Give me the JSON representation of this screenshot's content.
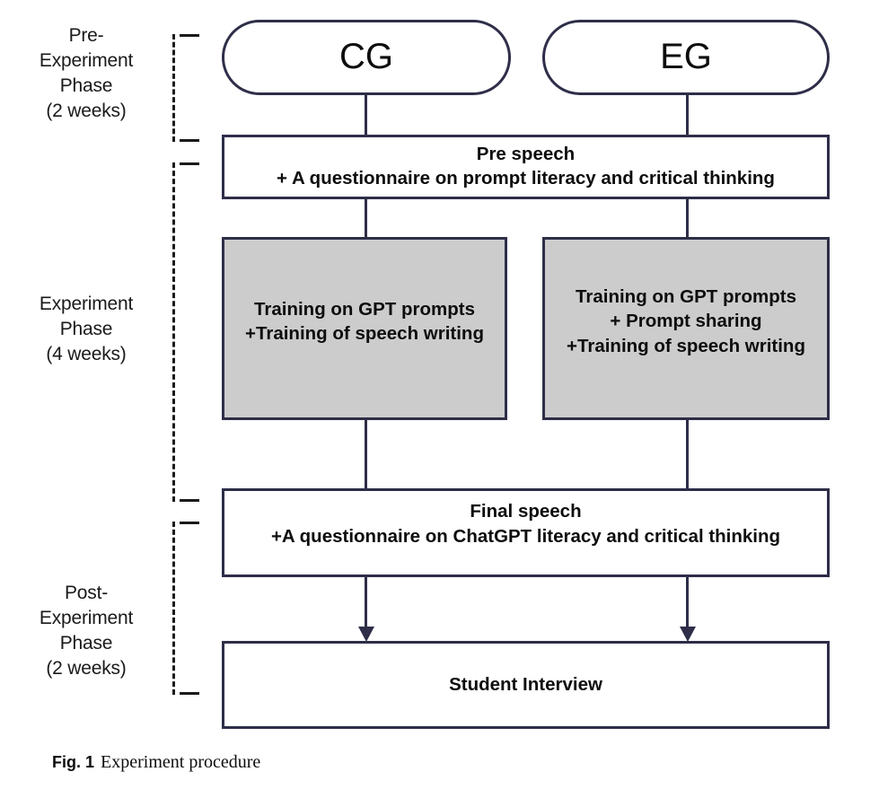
{
  "figure": {
    "caption_number": "Fig. 1",
    "caption_text": "Experiment procedure",
    "colors": {
      "box_border": "#2e2e49",
      "box_fill": "#ffffff",
      "highlight_fill": "#cccccc",
      "bracket": "#1a1a1a",
      "text": "#0d0d0d",
      "background": "#ffffff"
    }
  },
  "phases": [
    {
      "id": "pre",
      "label": "Pre-\nExperiment\nPhase\n(2 weeks)",
      "duration": "2 weeks"
    },
    {
      "id": "exp",
      "label": "Experiment\nPhase\n(4 weeks)",
      "duration": "4 weeks"
    },
    {
      "id": "post",
      "label": "Post-\nExperiment\nPhase\n(2 weeks)",
      "duration": "2 weeks"
    }
  ],
  "nodes": {
    "cg": {
      "label": "CG",
      "shape": "pill",
      "fill": "white"
    },
    "eg": {
      "label": "EG",
      "shape": "pill",
      "fill": "white"
    },
    "pre_speech": {
      "label": "Pre speech\n+ A questionnaire on prompt literacy and critical thinking",
      "shape": "rect",
      "fill": "white"
    },
    "training_cg": {
      "label": "Training on GPT prompts\n+Training of speech writing",
      "shape": "rect",
      "fill": "gray"
    },
    "training_eg": {
      "label": "Training on GPT prompts\n+ Prompt sharing\n+Training of speech writing",
      "shape": "rect",
      "fill": "gray"
    },
    "final_speech": {
      "label": "Final speech\n+A questionnaire on ChatGPT literacy and critical thinking",
      "shape": "rect",
      "fill": "white"
    },
    "interview": {
      "label": "Student Interview",
      "shape": "rect",
      "fill": "white"
    }
  }
}
